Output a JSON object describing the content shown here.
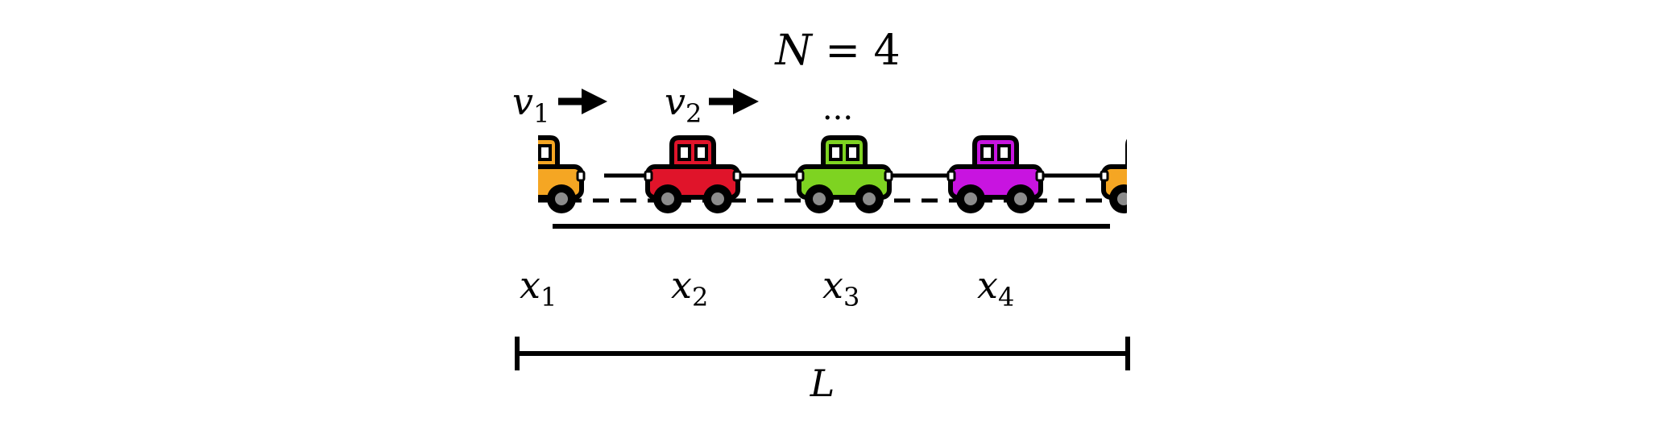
{
  "title": {
    "lhs": "N",
    "eq": " = ",
    "rhs": "4"
  },
  "velocity_labels": [
    {
      "base": "v",
      "sub": "1"
    },
    {
      "base": "v",
      "sub": "2"
    }
  ],
  "ellipsis": "...",
  "cars": [
    {
      "name": "car-1",
      "color": "#F5A623"
    },
    {
      "name": "car-2",
      "color": "#E0142A"
    },
    {
      "name": "car-3",
      "color": "#7ED321"
    },
    {
      "name": "car-4",
      "color": "#C814E0"
    },
    {
      "name": "car-wrap",
      "color": "#F5A623"
    }
  ],
  "position_labels": [
    {
      "base": "x",
      "sub": "1"
    },
    {
      "base": "x",
      "sub": "2"
    },
    {
      "base": "x",
      "sub": "3"
    },
    {
      "base": "x",
      "sub": "4"
    }
  ],
  "length_label": "L"
}
